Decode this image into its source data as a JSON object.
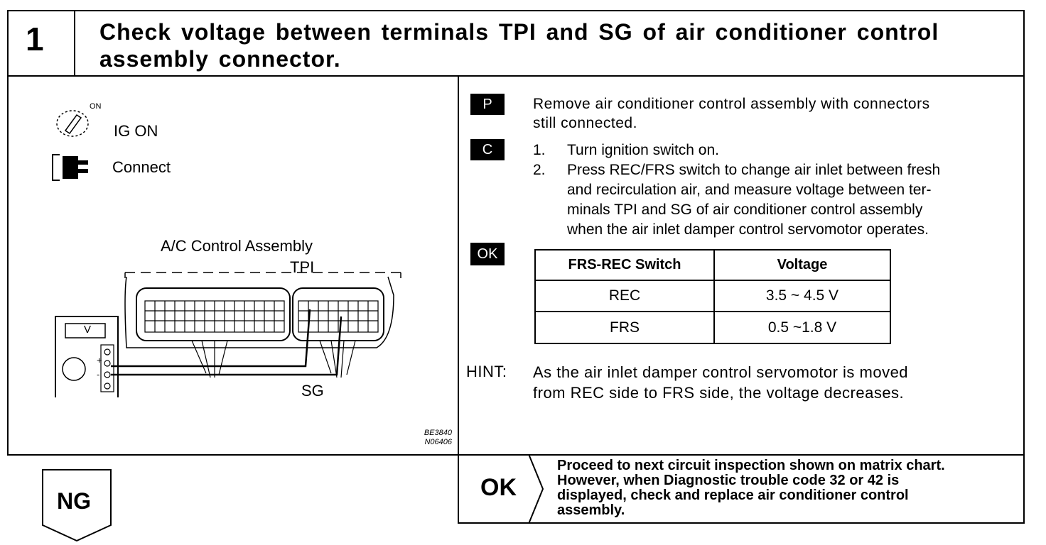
{
  "header": {
    "step_number": "1",
    "title_line1": "Check voltage between terminals TPI and SG of air conditioner control",
    "title_line2": "assembly connector."
  },
  "diagram": {
    "ig_label": "IG ON",
    "ig_superscript": "ON",
    "connect_label": "Connect",
    "assembly_label": "A/C Control Assembly",
    "tpi_label": "TPI",
    "sg_label": "SG",
    "meter_label": "V",
    "code_1": "BE3840",
    "code_2": "N06406"
  },
  "procedure": {
    "p_badge": "P",
    "p_line1": "Remove air conditioner control assembly with connectors",
    "p_line2": "still connected.",
    "c_badge": "C",
    "steps": [
      {
        "num": "1.",
        "lines": [
          "Turn ignition switch on."
        ]
      },
      {
        "num": "2.",
        "lines": [
          "Press REC/FRS switch to change air inlet between fresh",
          "and recirculation air, and measure voltage between ter-",
          "minals TPI and SG of air conditioner control assembly",
          "when the air inlet damper control servomotor operates."
        ]
      }
    ],
    "ok_badge": "OK"
  },
  "spec_table": {
    "headers": [
      "FRS-REC Switch",
      "Voltage"
    ],
    "rows": [
      [
        "REC",
        "3.5 ~ 4.5 V"
      ],
      [
        "FRS",
        "0.5 ~1.8 V"
      ]
    ]
  },
  "hint": {
    "label": "HINT:",
    "line1": "As the air inlet damper control servomotor is moved",
    "line2": "from REC side to FRS side, the voltage decreases."
  },
  "result_ok": {
    "label": "OK",
    "note_lines": [
      "Proceed to next circuit inspection shown on matrix chart.",
      "However, when Diagnostic trouble code 32 or 42 is",
      "displayed, check and replace air conditioner control",
      "assembly."
    ]
  },
  "result_ng": {
    "label": "NG"
  }
}
